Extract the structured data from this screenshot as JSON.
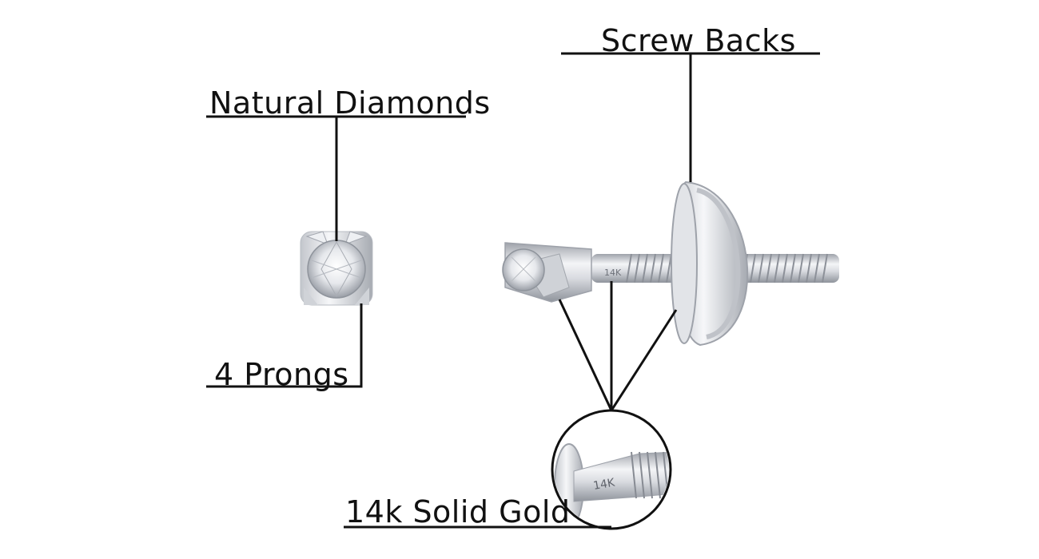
{
  "labels": {
    "natural_diamonds": "Natural Diamonds",
    "screw_backs": "Screw Backs",
    "four_prongs": "4 Prongs",
    "solid_gold": "14k Solid Gold"
  },
  "stamps": {
    "post_stamp": "14K",
    "zoom_stamp": "14K"
  },
  "colors": {
    "leader_lines": "#111111",
    "metal_light": "#f4f5f7",
    "metal_mid": "#d9dbe0",
    "metal_dark": "#9ea2aa",
    "background": "#ffffff"
  }
}
